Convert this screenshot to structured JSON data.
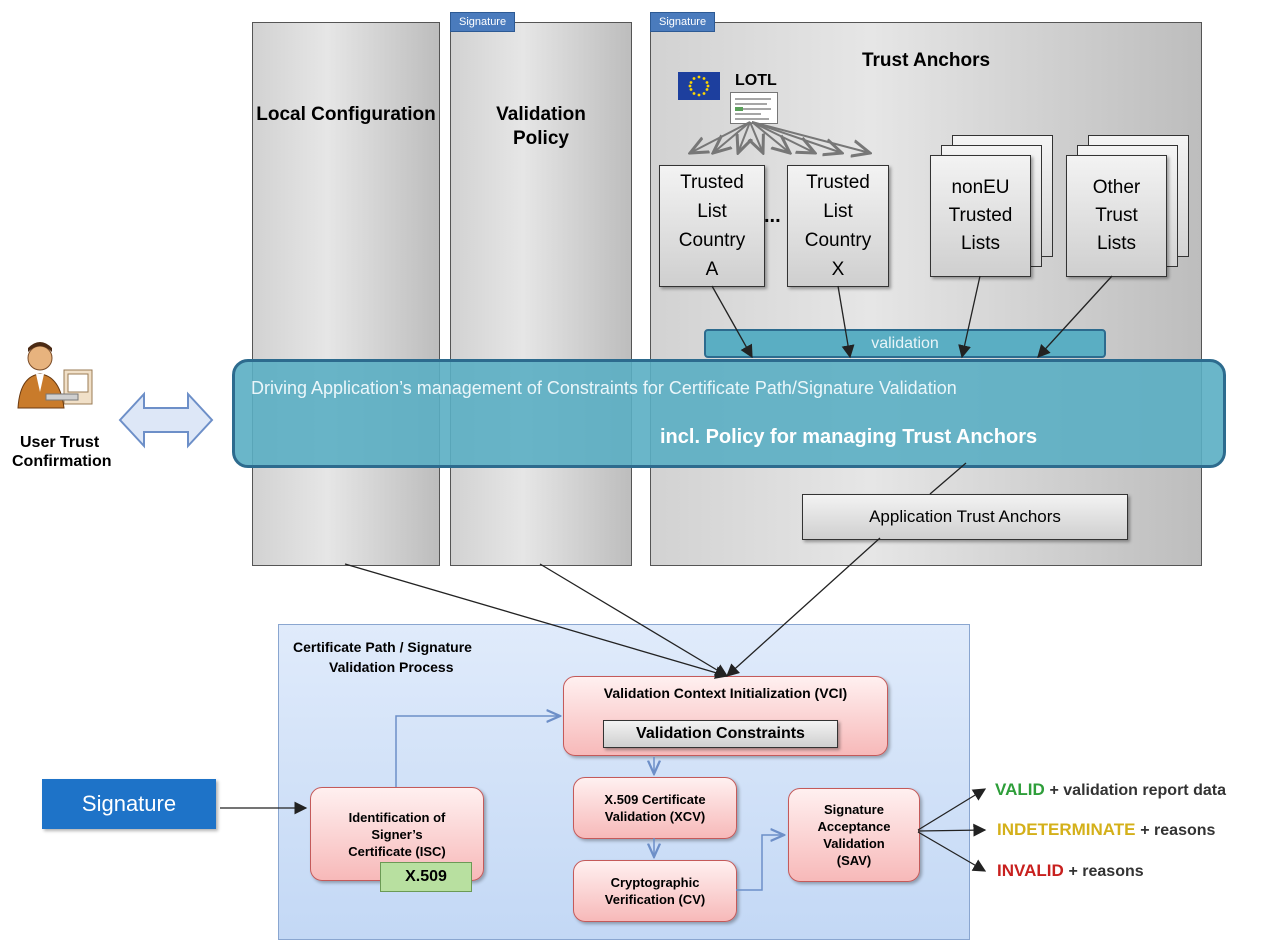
{
  "panels": {
    "local_configuration": {
      "title": "Local Configuration"
    },
    "validation_policy": {
      "title": "Validation Policy",
      "tag": "Signature"
    },
    "trust_anchors": {
      "title": "Trust Anchors",
      "tag": "Signature"
    }
  },
  "trust_lists": {
    "lotl_label": "LOTL",
    "ellipsis": "...",
    "country_a": [
      "Trusted",
      "List",
      "Country",
      "A"
    ],
    "country_x": [
      "Trusted",
      "List",
      "Country",
      "X"
    ],
    "non_eu": [
      "nonEU",
      "Trusted",
      "Lists"
    ],
    "other": [
      "Other",
      "Trust",
      "Lists"
    ],
    "validation_label": "validation"
  },
  "management": {
    "line1": "Driving Application’s  management of Constraints for Certificate Path/Signature Validation",
    "line2": "incl. Policy for managing  Trust Anchors"
  },
  "application_trust_anchors": "Application Trust Anchors",
  "user": {
    "label_line1": "User Trust",
    "label_line2": "Confirmation"
  },
  "signature_input": "Signature",
  "process": {
    "title_line1": "Certificate Path / Signature",
    "title_line2": "Validation Process",
    "vci": "Validation Context Initialization (VCI)",
    "validation_constraints": "Validation Constraints",
    "isc": [
      "Identification of",
      "Signer’s",
      "Certificate (ISC)"
    ],
    "x509_tag": "X.509",
    "xcv": [
      "X.509 Certificate",
      "Validation (XCV)"
    ],
    "cv": [
      "Cryptographic",
      "Verification (CV)"
    ],
    "sav": [
      "Signature",
      "Acceptance",
      "Validation",
      "(SAV)"
    ]
  },
  "outcomes": [
    {
      "status": "VALID",
      "detail": "+ validation report data",
      "color": "#2e9e3a"
    },
    {
      "status": "INDETERMINATE",
      "detail": "+ reasons",
      "color": "#d4b01a"
    },
    {
      "status": "INVALID",
      "detail": "+ reasons",
      "color": "#c8201e"
    }
  ],
  "colors": {
    "management_band": "#5aaec3",
    "process_bg": "#cfe0f7",
    "signature_box": "#1e73c8",
    "x509_tag": "#b8e0a0"
  }
}
